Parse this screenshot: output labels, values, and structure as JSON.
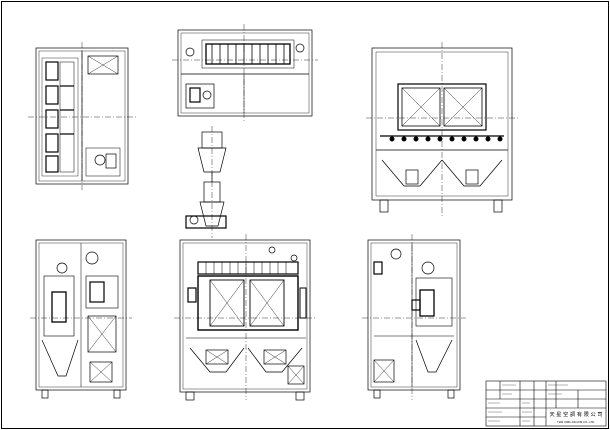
{
  "drawing": {
    "views": [
      {
        "id": "top-view-left",
        "label": ""
      },
      {
        "id": "top-view-center",
        "label": ""
      },
      {
        "id": "side-view-right-upper",
        "label": ""
      },
      {
        "id": "side-view-left-lower",
        "label": ""
      },
      {
        "id": "front-view-center",
        "label": ""
      },
      {
        "id": "side-view-right-lower",
        "label": ""
      }
    ]
  },
  "title_block": {
    "company": "天 星 空 調 有 限 公 司",
    "company_en": "TIAN XING AIR-CON CO., LTD.",
    "rows": [
      {
        "c1": "",
        "c2": "",
        "c3": "",
        "c4": ""
      },
      {
        "c1": "",
        "c2": "",
        "c3": "",
        "c4": ""
      },
      {
        "c1": "",
        "c2": "",
        "c3": "",
        "c4": ""
      },
      {
        "c1": "",
        "c2": "",
        "c3": "",
        "c4": ""
      }
    ]
  }
}
